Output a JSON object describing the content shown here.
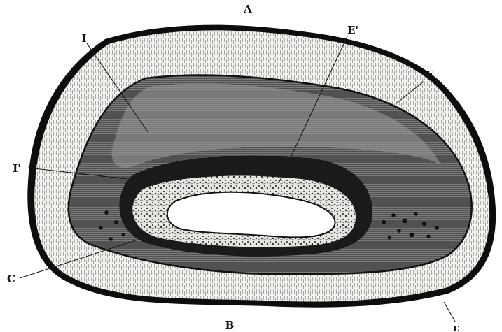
{
  "figure": {
    "labels": {
      "A": "A",
      "B": "B",
      "C": "C",
      "c": "c",
      "E": "E",
      "E_prime": "E'",
      "I": "I",
      "I_prime": "I'"
    }
  }
}
